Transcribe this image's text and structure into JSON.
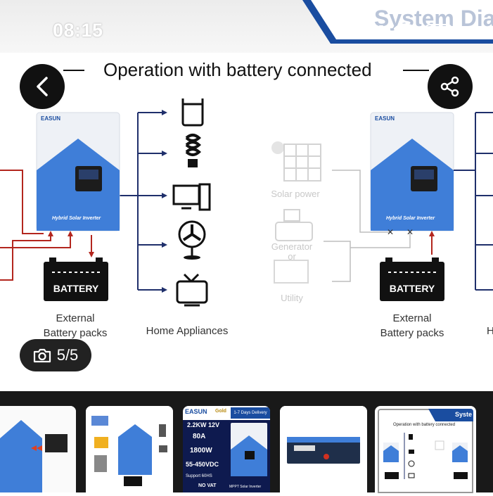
{
  "status": {
    "time": "08:15"
  },
  "banner": {
    "text": "System Dia"
  },
  "diagram": {
    "title": "Operation with battery connected",
    "inverter_brand": "EASUN",
    "inverter_label": "Hybrid Solar Inverter",
    "battery_label": "BATTERY",
    "external_label_1": "External",
    "external_label_2": "Battery packs",
    "appliances_label": "Home Appliances",
    "solar_label": "Solar power",
    "generator_label_1": "Generator",
    "generator_label_2": "or",
    "utility_label": "Utility",
    "cut_label": "H"
  },
  "gallery": {
    "counter": "5/5"
  },
  "thumbs": {
    "t3_title": "2.2KW 12V",
    "t3_line1": "80A",
    "t3_line2": "1800W",
    "t3_line3": "55-450VDC",
    "t3_line4": "Support 60HS",
    "t3_delivery": "1-7 Days Delivery",
    "t3_gold": "Gold",
    "t3_novat": "NO VAT",
    "t3_brand": "EASUN",
    "t3_model": "MPPT Solar Inverter",
    "t5_title": "Operation with battery connected",
    "t5_banner": "Syste"
  },
  "colors": {
    "accent": "#2f6fd1",
    "dark": "#111111",
    "strip": "#191919"
  }
}
